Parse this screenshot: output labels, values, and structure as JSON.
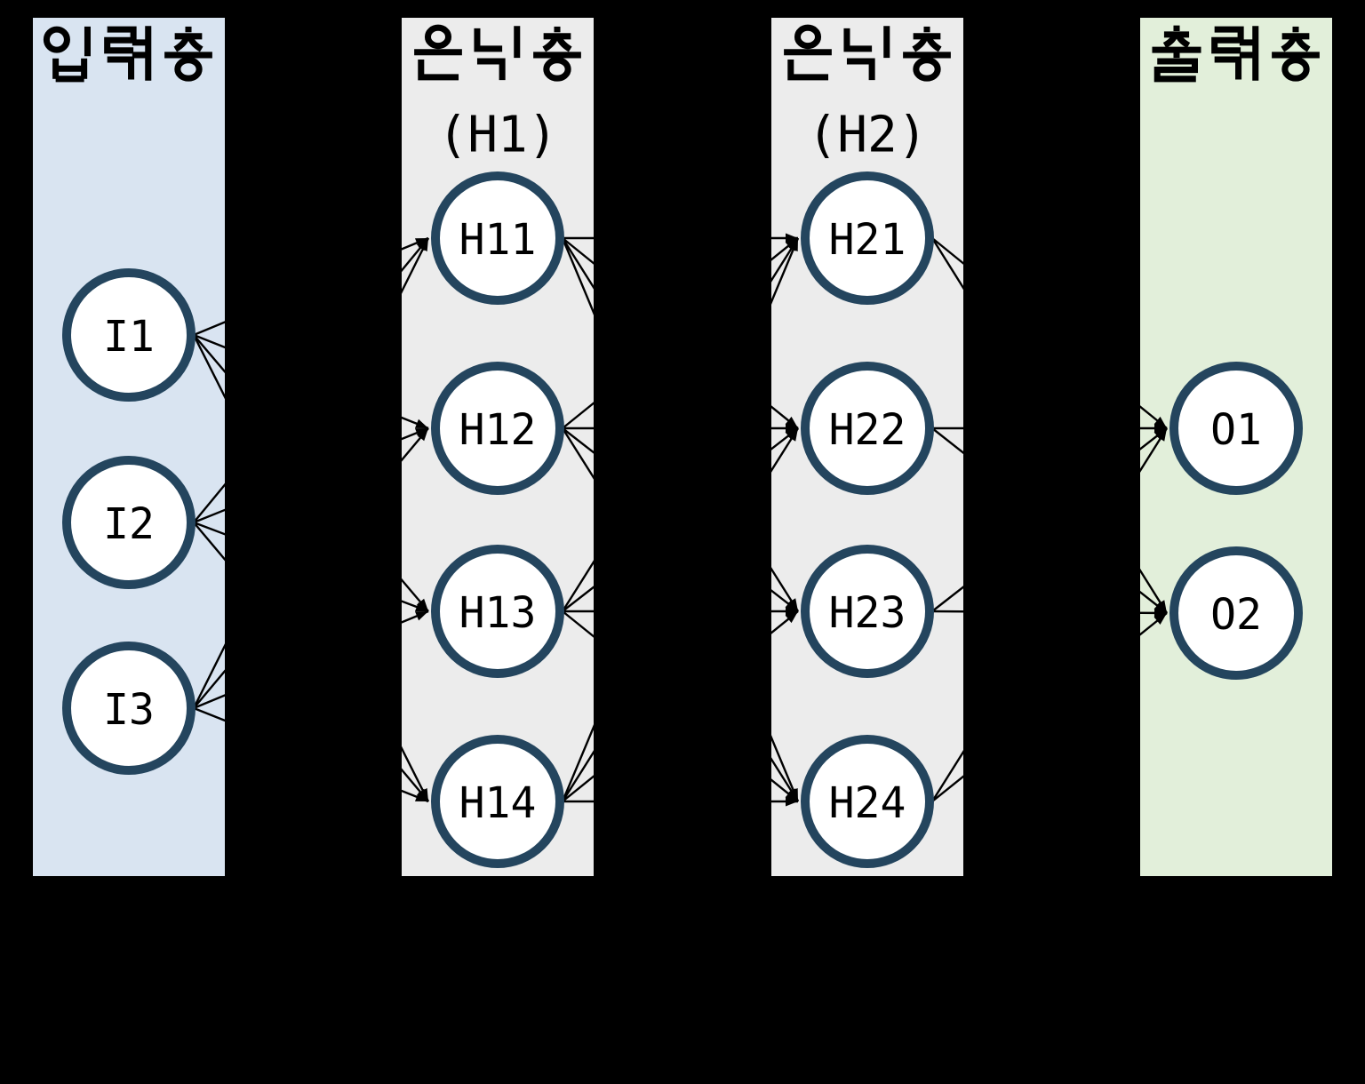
{
  "diagram": {
    "background": "#000000",
    "edge_color": "#000000",
    "edge_style": "arrow-into-target",
    "node_fill": "#ffffff",
    "node_border": "#24455e",
    "text_color": "#000000",
    "layers": [
      {
        "id": "input",
        "title": "입력층",
        "subtitle": "",
        "bg": "#d9e4f1",
        "nodes": [
          "I1",
          "I2",
          "I3"
        ]
      },
      {
        "id": "hidden1",
        "title": "은닉층",
        "subtitle": "(H1)",
        "bg": "#ececec",
        "nodes": [
          "H11",
          "H12",
          "H13",
          "H14"
        ]
      },
      {
        "id": "hidden2",
        "title": "은닉층",
        "subtitle": "(H2)",
        "bg": "#ececec",
        "nodes": [
          "H21",
          "H22",
          "H23",
          "H24"
        ]
      },
      {
        "id": "output",
        "title": "출력층",
        "subtitle": "",
        "bg": "#e2efda",
        "nodes": [
          "O1",
          "O2"
        ]
      }
    ],
    "connections": [
      {
        "from": "input",
        "to": "hidden1",
        "type": "fully-connected",
        "edges": 12
      },
      {
        "from": "hidden1",
        "to": "hidden2",
        "type": "fully-connected",
        "edges": 16
      },
      {
        "from": "hidden2",
        "to": "output",
        "type": "fully-connected",
        "edges": 8
      }
    ]
  }
}
